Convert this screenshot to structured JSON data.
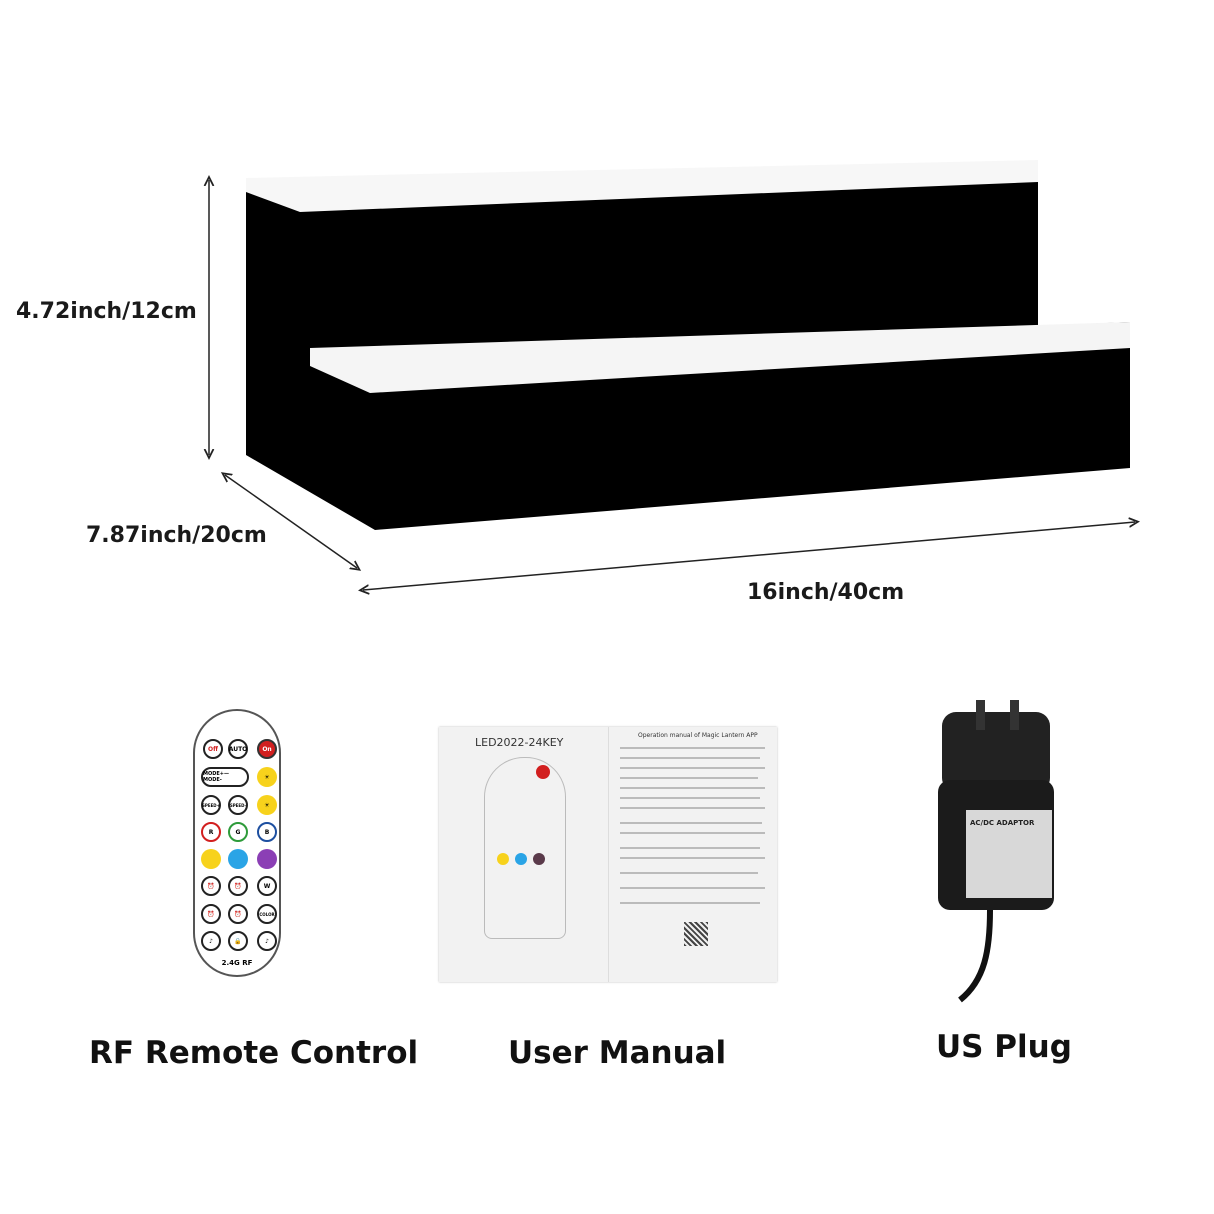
{
  "dimensions": {
    "height": "4.72inch/12cm",
    "depth": "7.87inch/20cm",
    "width": "16inch/40cm"
  },
  "accessories": [
    {
      "caption": "RF Remote Control"
    },
    {
      "caption": "User Manual"
    },
    {
      "caption": "US Plug"
    }
  ],
  "remote": {
    "buttons": [
      "Off",
      "AUTO",
      "On",
      "MODE+—MODE-",
      "SPEED+",
      "SPEED-",
      "R",
      "G",
      "B",
      "W",
      "COLOR"
    ],
    "footer": "2.4G RF"
  },
  "manual": {
    "left_title": "LED2022-24KEY",
    "right_title": "Operation manual of Magic Lantern APP"
  },
  "adapter": {
    "label": "AC/DC ADAPTOR"
  },
  "colors": {
    "shelf_body": "#000000",
    "shelf_top": "#f7f7f7",
    "red": "#d21f1f",
    "green": "#2e9b3a",
    "blue": "#1d4fa0",
    "yellow": "#f7d21c",
    "cyan": "#2aa4e6",
    "purple": "#8b3fb5"
  }
}
